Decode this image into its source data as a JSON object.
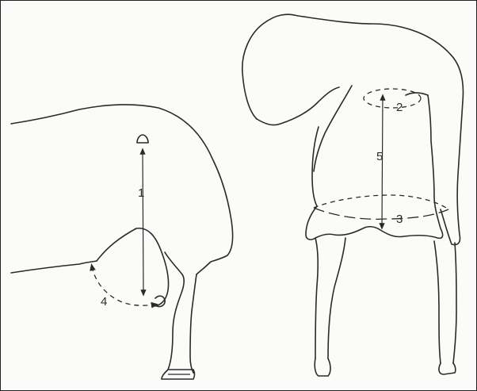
{
  "labels": {
    "one": "1",
    "two": "2",
    "three": "3",
    "four": "4",
    "five": "5"
  },
  "colors": {
    "ink": "#2a2a2a",
    "paper": "#fbfbf9",
    "frame": "#222222"
  }
}
